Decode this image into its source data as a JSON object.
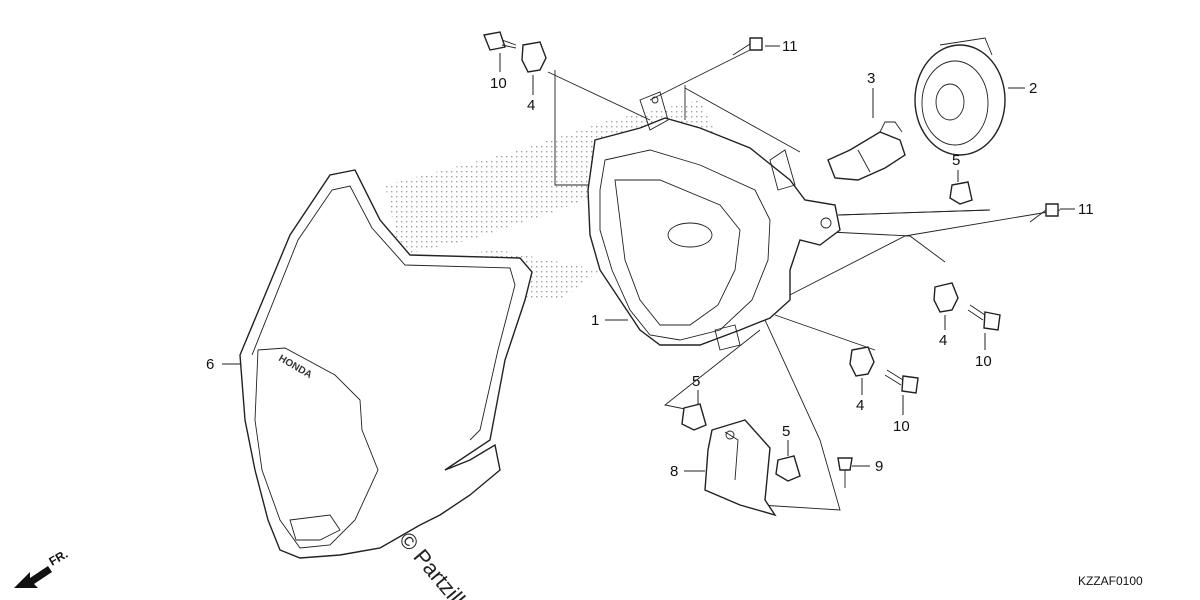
{
  "diagram_code": "KZZAF0100",
  "front_arrow_label": "FR.",
  "watermark": "© Partzilla",
  "brand_mark": "HONDA",
  "callouts": [
    {
      "id": "c1",
      "label": "1"
    },
    {
      "id": "c2",
      "label": "2"
    },
    {
      "id": "c3",
      "label": "3"
    },
    {
      "id": "c4a",
      "label": "4"
    },
    {
      "id": "c4b",
      "label": "4"
    },
    {
      "id": "c4c",
      "label": "4"
    },
    {
      "id": "c5a",
      "label": "5"
    },
    {
      "id": "c5b",
      "label": "5"
    },
    {
      "id": "c5c",
      "label": "5"
    },
    {
      "id": "c6",
      "label": "6"
    },
    {
      "id": "c8",
      "label": "8"
    },
    {
      "id": "c9",
      "label": "9"
    },
    {
      "id": "c10a",
      "label": "10"
    },
    {
      "id": "c10b",
      "label": "10"
    },
    {
      "id": "c10c",
      "label": "10"
    },
    {
      "id": "c11a",
      "label": "11"
    },
    {
      "id": "c11b",
      "label": "11"
    }
  ]
}
